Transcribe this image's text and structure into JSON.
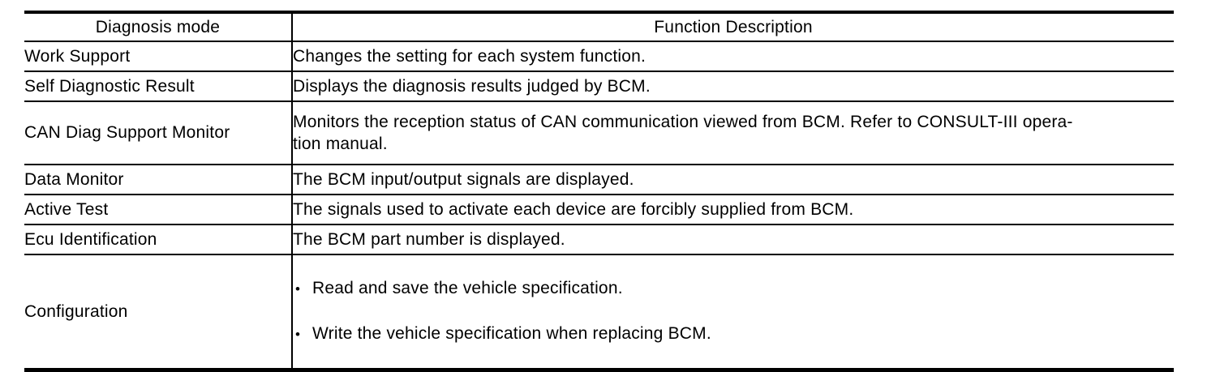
{
  "document": {
    "background": "#ffffff",
    "text_color": "#000000",
    "border_color": "#000000",
    "bullet_char": "•"
  },
  "table": {
    "headers": [
      "Diagnosis mode",
      "Function Description"
    ],
    "rows": [
      {
        "mode": "Work Support",
        "description": "Changes the setting for each system function."
      },
      {
        "mode": "Self Diagnostic Result",
        "description": "Displays the diagnosis results judged by BCM."
      },
      {
        "mode": "CAN Diag Support Monitor",
        "description": "Monitors the reception status of CAN communication viewed from BCM. Refer to CONSULT-III opera-\ntion manual."
      },
      {
        "mode": "Data Monitor",
        "description": "The BCM input/output signals are displayed."
      },
      {
        "mode": "Active Test",
        "description": "The signals used to activate each device are forcibly supplied from BCM."
      },
      {
        "mode": "Ecu Identification",
        "description": "The BCM part number is displayed."
      },
      {
        "mode": "Configuration",
        "bullets": [
          "Read and save the vehicle specification.",
          "Write the vehicle specification when replacing BCM."
        ]
      }
    ]
  }
}
